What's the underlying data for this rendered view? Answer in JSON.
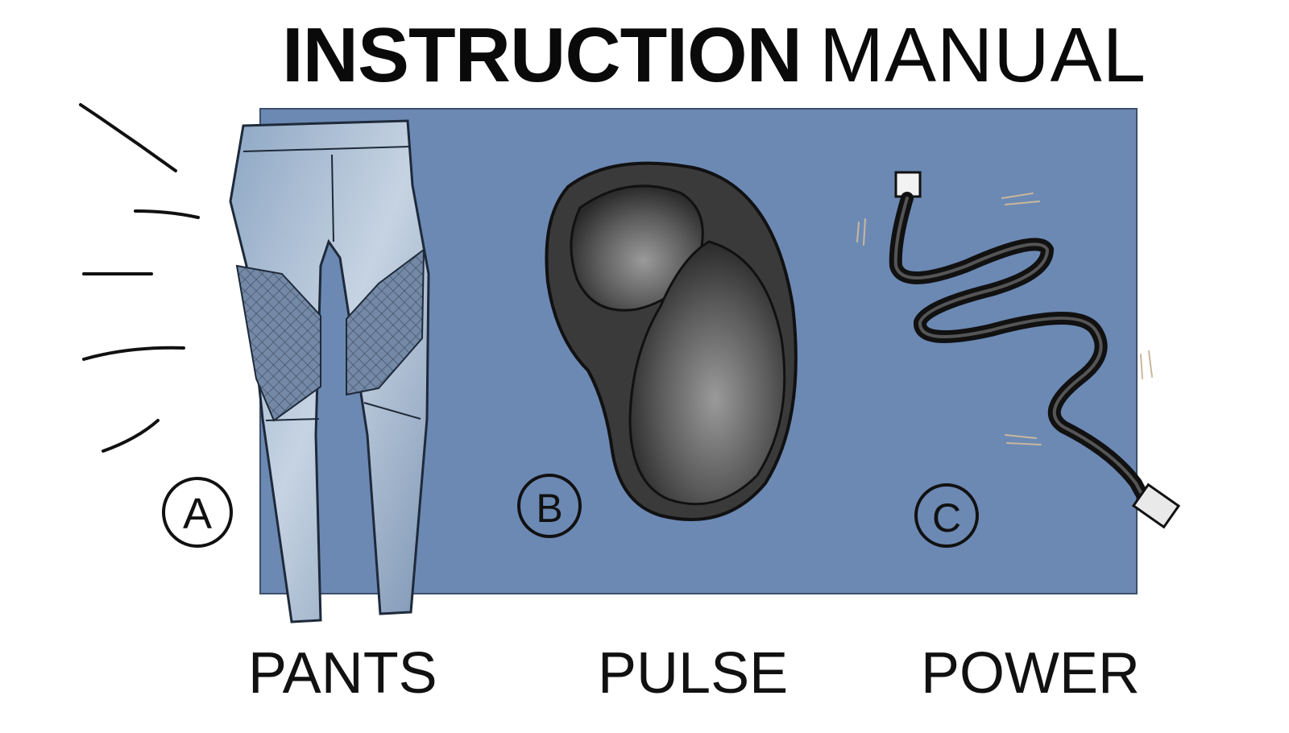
{
  "title": {
    "bold": "INSTRUCTION",
    "light": "MANUAL"
  },
  "panel_color": "#6c89b4",
  "items": [
    {
      "marker": "A",
      "label": "PANTS",
      "icon": "pants-icon"
    },
    {
      "marker": "B",
      "label": "PULSE",
      "icon": "pulse-device-icon"
    },
    {
      "marker": "C",
      "label": "POWER",
      "icon": "power-cable-icon"
    }
  ]
}
